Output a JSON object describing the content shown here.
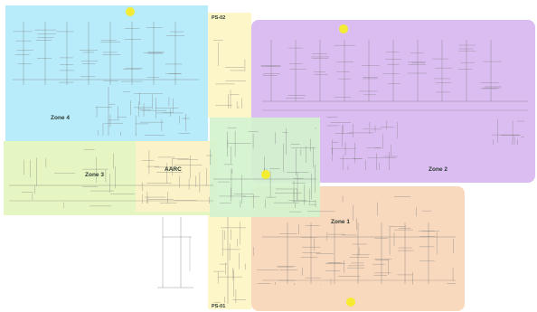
{
  "zones": {
    "zone4": {
      "label": "Zone 4",
      "color": "#b9ecfb"
    },
    "zone2": {
      "label": "Zone 2",
      "color": "#dcbdf2"
    },
    "zone3": {
      "label": "Zone 3",
      "color": "#e6f6c2"
    },
    "zone1": {
      "label": "Zone 1",
      "color": "#f9d9bd"
    },
    "aarc": {
      "label": "AARC",
      "color": "#fdf2c8"
    },
    "center": {
      "label": "",
      "color": "#d2f3cd"
    }
  },
  "plants": {
    "ps02": {
      "label": "PS-02",
      "color": "#fdf6c8"
    },
    "ps01": {
      "label": "PS-01",
      "color": "#fdf6c8"
    }
  },
  "marker_color": "#f5ec2a",
  "line_color": "#7a7a7a"
}
